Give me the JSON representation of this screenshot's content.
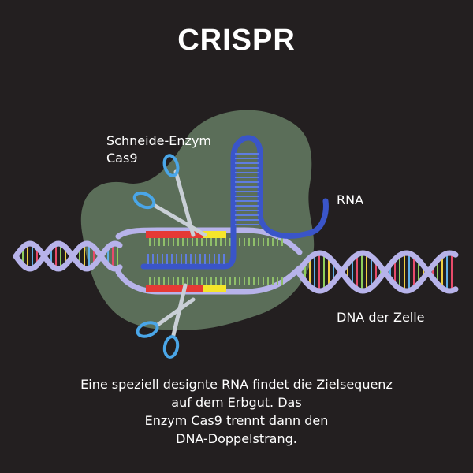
{
  "title": "CRISPR",
  "labels": {
    "enzyme_line1": "Schneide-Enzym",
    "enzyme_line2": "Cas9",
    "rna": "RNA",
    "dna": "DNA der Zelle"
  },
  "caption": {
    "line1": "Eine speziell designte RNA findet die Zielsequenz",
    "line2": "auf dem Erbgut. Das",
    "line3": "Enzym Cas9 trennt dann den",
    "line4": "DNA-Doppelstrang."
  },
  "colors": {
    "background": "#231f20",
    "enzyme": "#6f8a6c",
    "dna_strand": "#b7b3ea",
    "rna_strand": "#3a55c9",
    "target_red": "#e53935",
    "target_yellow": "#f5e52a",
    "scissors": "#4aa6e8"
  }
}
